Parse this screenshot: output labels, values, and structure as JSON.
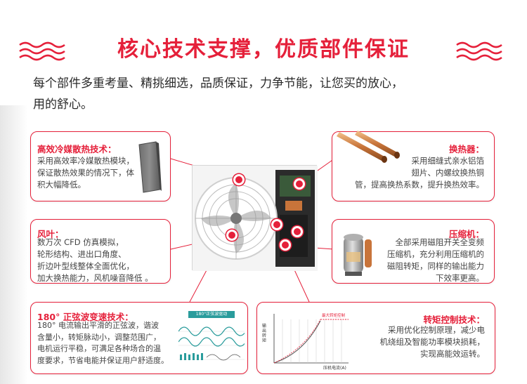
{
  "header": {
    "title": "核心技术支撑，优质部件保证",
    "intro_line1": "每个部件多重考量、精挑细选，品质保证，力争节能，让您买的放心，",
    "intro_line2": "用的舒心。"
  },
  "cards": {
    "heat_dissipation": {
      "title": "高效冷媒散热技术：",
      "lines": [
        "采用高效率冷媒散热模块，",
        "保证散热效果的情况下，体",
        "积大幅降低。"
      ]
    },
    "heat_exchanger": {
      "title": "换热器：",
      "lines": [
        "采用细缝式亲水铝箔",
        "翅片、内螺纹换热铜",
        "管，提高换热系数，提升换热效率。"
      ]
    },
    "fan": {
      "title": "风叶：",
      "lines": [
        "数万次 CFD 仿真模拟，",
        "轮形结构、进出口角度、",
        "折边叶型线整体全面优化，",
        "加大换热能力，风机噪音降低 。"
      ]
    },
    "compressor": {
      "title": "压缩机：",
      "lines": [
        "全部采用磁阻开关全变频",
        "压缩机，充分利用压缩机的",
        "磁阻转矩，同样的输出能力",
        "下效率更高。"
      ]
    },
    "sine_wave": {
      "title": "180° 正弦波变速技术：",
      "lines": [
        "180° 电流输出平滑的正弦波，谐波",
        "含量小，转矩脉动小，调整范围广，",
        "电机运行平稳，可满足各种场合的温",
        "度要求，节省电能并保证用户舒适度。"
      ]
    },
    "torque": {
      "title": "转矩控制技术：",
      "lines": [
        "采用优化控制原理，减少电",
        "机绕组及智能功率模块损耗，",
        "实现高能效运转。"
      ]
    }
  },
  "charts": {
    "sine_label": "180°正弦波驱动",
    "torque_y_label": "输出转矩",
    "torque_x_label": "压机电流(A)",
    "torque_max_label": "最大转矩控制"
  },
  "colors": {
    "accent": "#e5203a",
    "text": "#333333",
    "copper": "#c8743a",
    "unit_body": "#f2f2f2"
  },
  "icons": {
    "header_waves": "wave-decoration-icon",
    "heatsink": "heatsink-module-icon",
    "copper_pipe": "copper-pipe-icon",
    "compressor": "compressor-icon",
    "outdoor_unit": "outdoor-unit-icon"
  }
}
